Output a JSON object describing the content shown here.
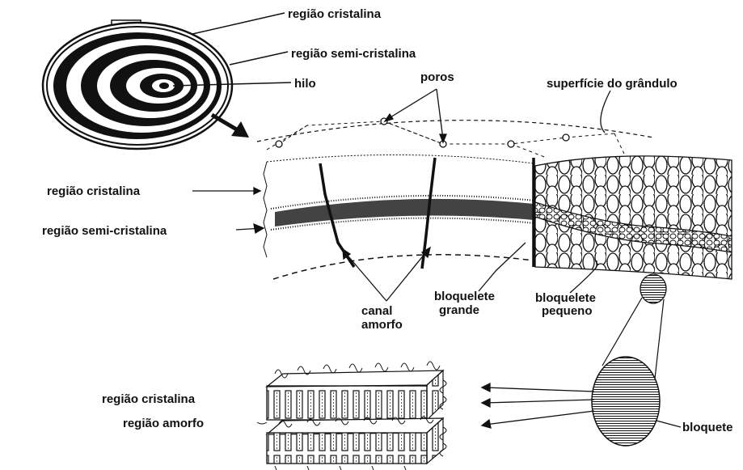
{
  "labels": {
    "top_cristalina": "região cristalina",
    "top_semi": "região semi-cristalina",
    "hilo": "hilo",
    "poros": "poros",
    "superficie": "superfície do grândulo",
    "mid_cristalina": "região cristalina",
    "mid_semi": "região semi-cristalina",
    "canal_line1": "canal",
    "canal_line2": "amorfo",
    "bq_grande_line1": "bloquelete",
    "bq_grande_line2": "grande",
    "bq_pequeno_line1": "bloquelete",
    "bq_pequeno_line2": "pequeno",
    "bottom_cristalina": "região cristalina",
    "bottom_amorfo": "região amorfo",
    "bloquete": "bloquete"
  }
}
